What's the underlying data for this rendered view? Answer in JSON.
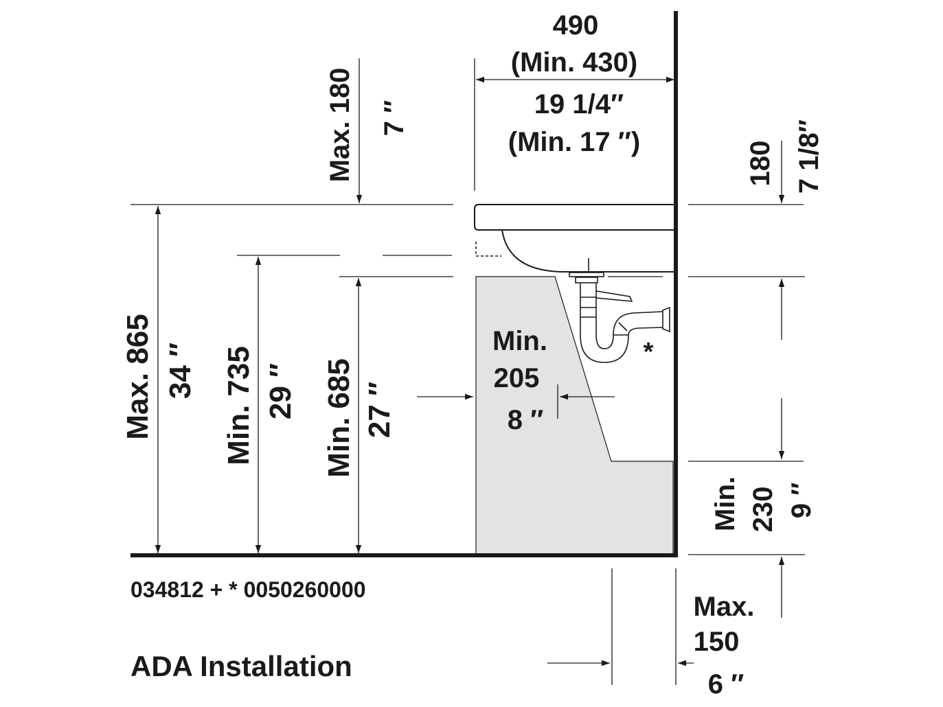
{
  "dims": {
    "width_mm": "490",
    "width_min_mm": "(Min. 430)",
    "width_in": "19 1/4″",
    "width_min_in": "(Min. 17 ″)",
    "top_max_mm": "Max. 180",
    "top_max_in": "7 ″",
    "right_mm": "180",
    "right_in": "7 1/8″",
    "max_height_mm": "Max. 865",
    "max_height_in": "34 ″",
    "min_735_mm": "Min. 735",
    "min_735_in": "29 ″",
    "min_685_mm": "Min. 685",
    "min_685_in": "27 ″",
    "knee_min_label": "Min.",
    "knee_min_mm": "205",
    "knee_min_in": "8 ″",
    "trap_asterisk": "*",
    "floor_min_label": "Min.",
    "floor_min_mm": "230",
    "floor_min_in": "9 ″",
    "wall_max_label": "Max.",
    "wall_max_mm": "150",
    "wall_max_in": "6 ″"
  },
  "article_numbers": "034812 + * 0050260000",
  "title": "ADA Installation"
}
